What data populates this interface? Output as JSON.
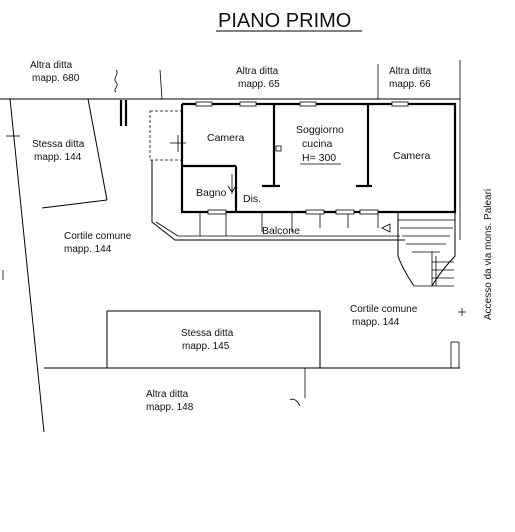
{
  "title": "PIANO PRIMO",
  "parcels": {
    "mapp680": {
      "line1": "Altra ditta",
      "line2": "mapp. 680"
    },
    "mapp65": {
      "line1": "Altra ditta",
      "line2": "mapp. 65"
    },
    "mapp66": {
      "line1": "Altra ditta",
      "line2": "mapp. 66"
    },
    "mapp144_same": {
      "line1": "Stessa ditta",
      "line2": "mapp. 144"
    },
    "courtyard_left": {
      "line1": "Cortile comune",
      "line2": "mapp. 144"
    },
    "courtyard_right": {
      "line1": "Cortile comune",
      "line2": "mapp. 144"
    },
    "mapp145": {
      "line1": "Stessa ditta",
      "line2": "mapp. 145"
    },
    "mapp148": {
      "line1": "Altra ditta",
      "line2": "mapp. 148"
    }
  },
  "rooms": {
    "camera_left": "Camera",
    "soggiorno": {
      "line1": "Soggiorno",
      "line2": "cucina",
      "height": "H= 300"
    },
    "camera_right": "Camera",
    "bagno": "Bagno",
    "dis": "Dis.",
    "balcone": "Balcone"
  },
  "access_label": "Accesso da via mons. Paleari"
}
